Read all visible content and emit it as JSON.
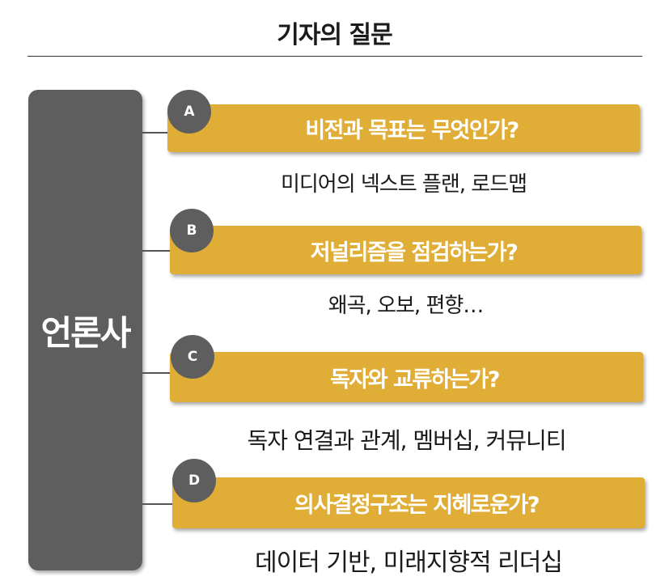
{
  "title": "기자의 질문",
  "side_label": "언론사",
  "items": [
    {
      "badge": "A",
      "question": "비전과 목표는 무엇인가?",
      "detail": "미디어의 넥스트 플랜, 로드맵"
    },
    {
      "badge": "B",
      "question": "저널리즘을 점검하는가?",
      "detail": "왜곡, 오보, 편향…"
    },
    {
      "badge": "C",
      "question": "독자와 교류하는가?",
      "detail": "독자 연결과 관계, 멤버십, 커뮤니티"
    },
    {
      "badge": "D",
      "question": "의사결정구조는 지혜로운가?",
      "detail": "데이터 기반, 미래지향적 리더십"
    }
  ],
  "colors": {
    "bar": "#e0ae37",
    "box": "#5e5e5e",
    "badge": "#5e5e5e"
  }
}
